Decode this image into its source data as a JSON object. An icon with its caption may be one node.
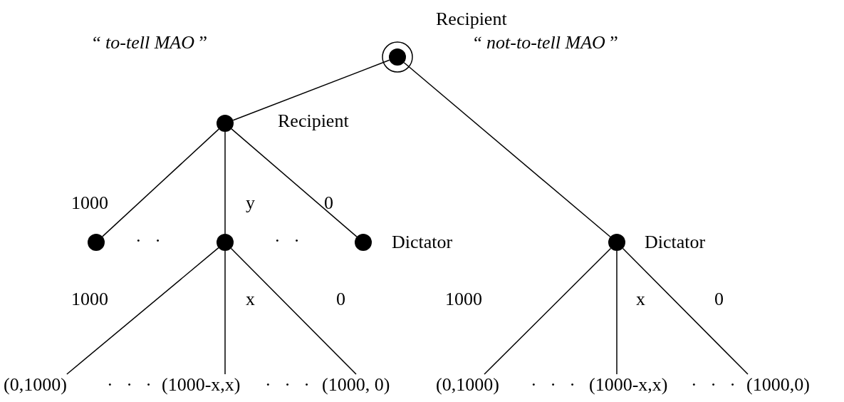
{
  "diagram": {
    "nodes": [
      {
        "text": [],
        "shape": "circle",
        "beside": [
          "Recipient"
        ]
      },
      {
        "text": [],
        "shape": "circle",
        "beside": [
          "Recipient"
        ]
      },
      {
        "text": [],
        "shape": "circle"
      },
      {
        "text": [],
        "shape": "circle"
      },
      {
        "text": [],
        "shape": "circle",
        "beside": [
          "Dictator"
        ]
      },
      {
        "text": [],
        "shape": "circle",
        "beside": [
          "Dictator"
        ]
      },
      {
        "text": [
          "(0,1000)"
        ]
      },
      {
        "text": [
          "(1000-x,x)"
        ]
      },
      {
        "text": [
          "(1000, 0)"
        ]
      },
      {
        "text": [
          "(0,1000)"
        ]
      },
      {
        "text": [
          "(1000-x,x)"
        ]
      },
      {
        "text": [
          "(1000,0)"
        ]
      }
    ],
    "edges": [
      {
        "from": 0,
        "to": 1,
        "arrow": "none",
        "label": "“ *to-tell MAO* ”"
      },
      {
        "from": 0,
        "to": 5,
        "arrow": "none",
        "label": "“ *not-to-tell MAO* ”"
      },
      {
        "from": 1,
        "to": 2,
        "arrow": "none",
        "label": "1000"
      },
      {
        "from": 1,
        "to": 3,
        "arrow": "none",
        "label": "y"
      },
      {
        "from": 1,
        "to": 4,
        "arrow": "none",
        "label": "0"
      },
      {
        "from": 3,
        "to": 6,
        "arrow": "none",
        "label": "1000"
      },
      {
        "from": 3,
        "to": 7,
        "arrow": "none",
        "label": "x"
      },
      {
        "from": 3,
        "to": 8,
        "arrow": "none",
        "label": "0"
      },
      {
        "from": 5,
        "to": 9,
        "arrow": "none",
        "label": "1000"
      },
      {
        "from": 5,
        "to": 10,
        "arrow": "none",
        "label": "x"
      },
      {
        "from": 5,
        "to": 11,
        "arrow": "none",
        "label": "0"
      }
    ],
    "labels": [
      "· ·",
      "· ·",
      "· · ·",
      "· · ·",
      "· · ·",
      "· · ·"
    ]
  }
}
